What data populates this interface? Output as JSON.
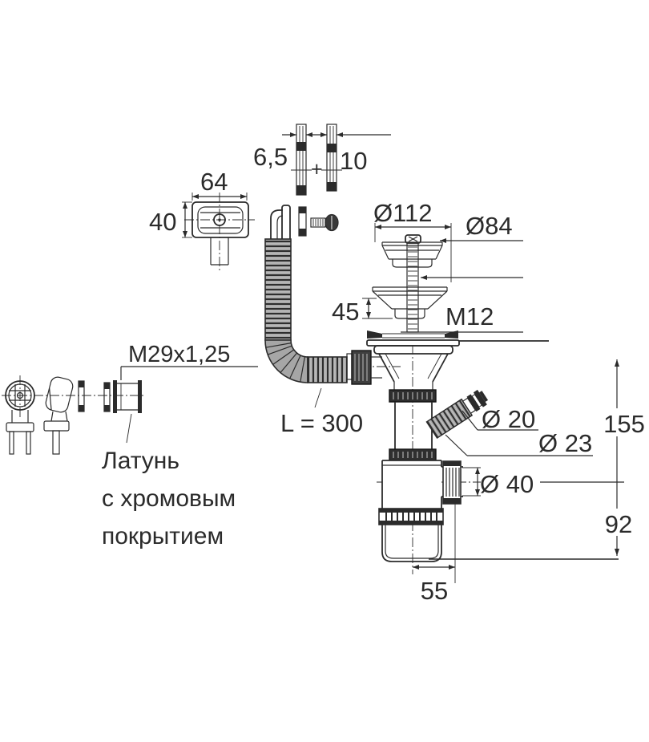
{
  "drawing": {
    "title": "Sink bottle-trap siphon with overflow — dimensional drawing",
    "labels": {
      "pin_small_dia": "6,5",
      "pin_plus": "+",
      "pin_large_dia": "10",
      "overflow_width": "64",
      "overflow_height": "40",
      "flange_dia": "Ø112",
      "strainer_dia": "Ø84",
      "cup_depth": "45",
      "stud_thread": "M12",
      "nut_thread": "M29x1,25",
      "hose_length": "L = 300",
      "spigot_dia": "Ø 20",
      "spigot_outer_dia": "Ø 23",
      "outlet_dia": "Ø 40",
      "height_top_to_outlet": "155",
      "height_outlet_to_bottom": "92",
      "outlet_offset": "55",
      "material_line1": "Латунь",
      "material_line2": "с хромовым",
      "material_line3": "покрытием"
    },
    "colors": {
      "ink": "#2b2b2b",
      "hose_gray": "#a6a6a6",
      "background": "#ffffff"
    }
  }
}
